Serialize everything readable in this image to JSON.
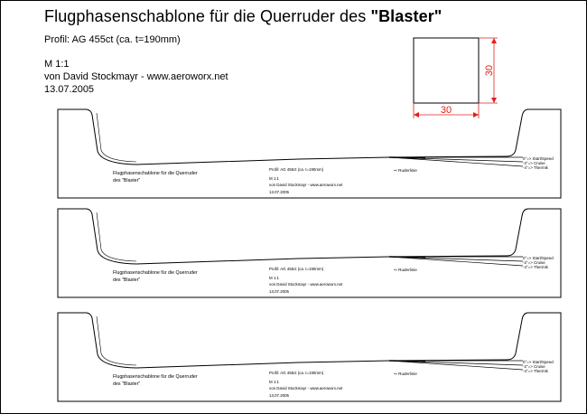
{
  "header": {
    "title_prefix": "Flugphasenschablone für die Querruder des ",
    "title_bold": "\"Blaster\"",
    "profile": "Profil: AG 455ct (ca. t=190mm)",
    "scale": "M 1:1",
    "author": "von David Stockmayr - www.aeroworx.net",
    "date": "13.07.2005"
  },
  "calibration": {
    "width_label": "30",
    "height_label": "30",
    "line_color": "#e0201e"
  },
  "template": {
    "title_line1": "Flugphasenschablone für die Querruder",
    "title_line2": "des \"Blaster\"",
    "profile": "Profil: AG 455ct (ca. t=190mm)",
    "scale": "M 1:1",
    "author": "von David Stockmayr - www.aeroworx.net",
    "date": "13.07.2005",
    "ruderlinie": "Ruderlinie",
    "phase_1": "0°=> Start/Speed",
    "phase_2": "-2°=> Cruise",
    "phase_3": "-4°=> Thermik"
  }
}
